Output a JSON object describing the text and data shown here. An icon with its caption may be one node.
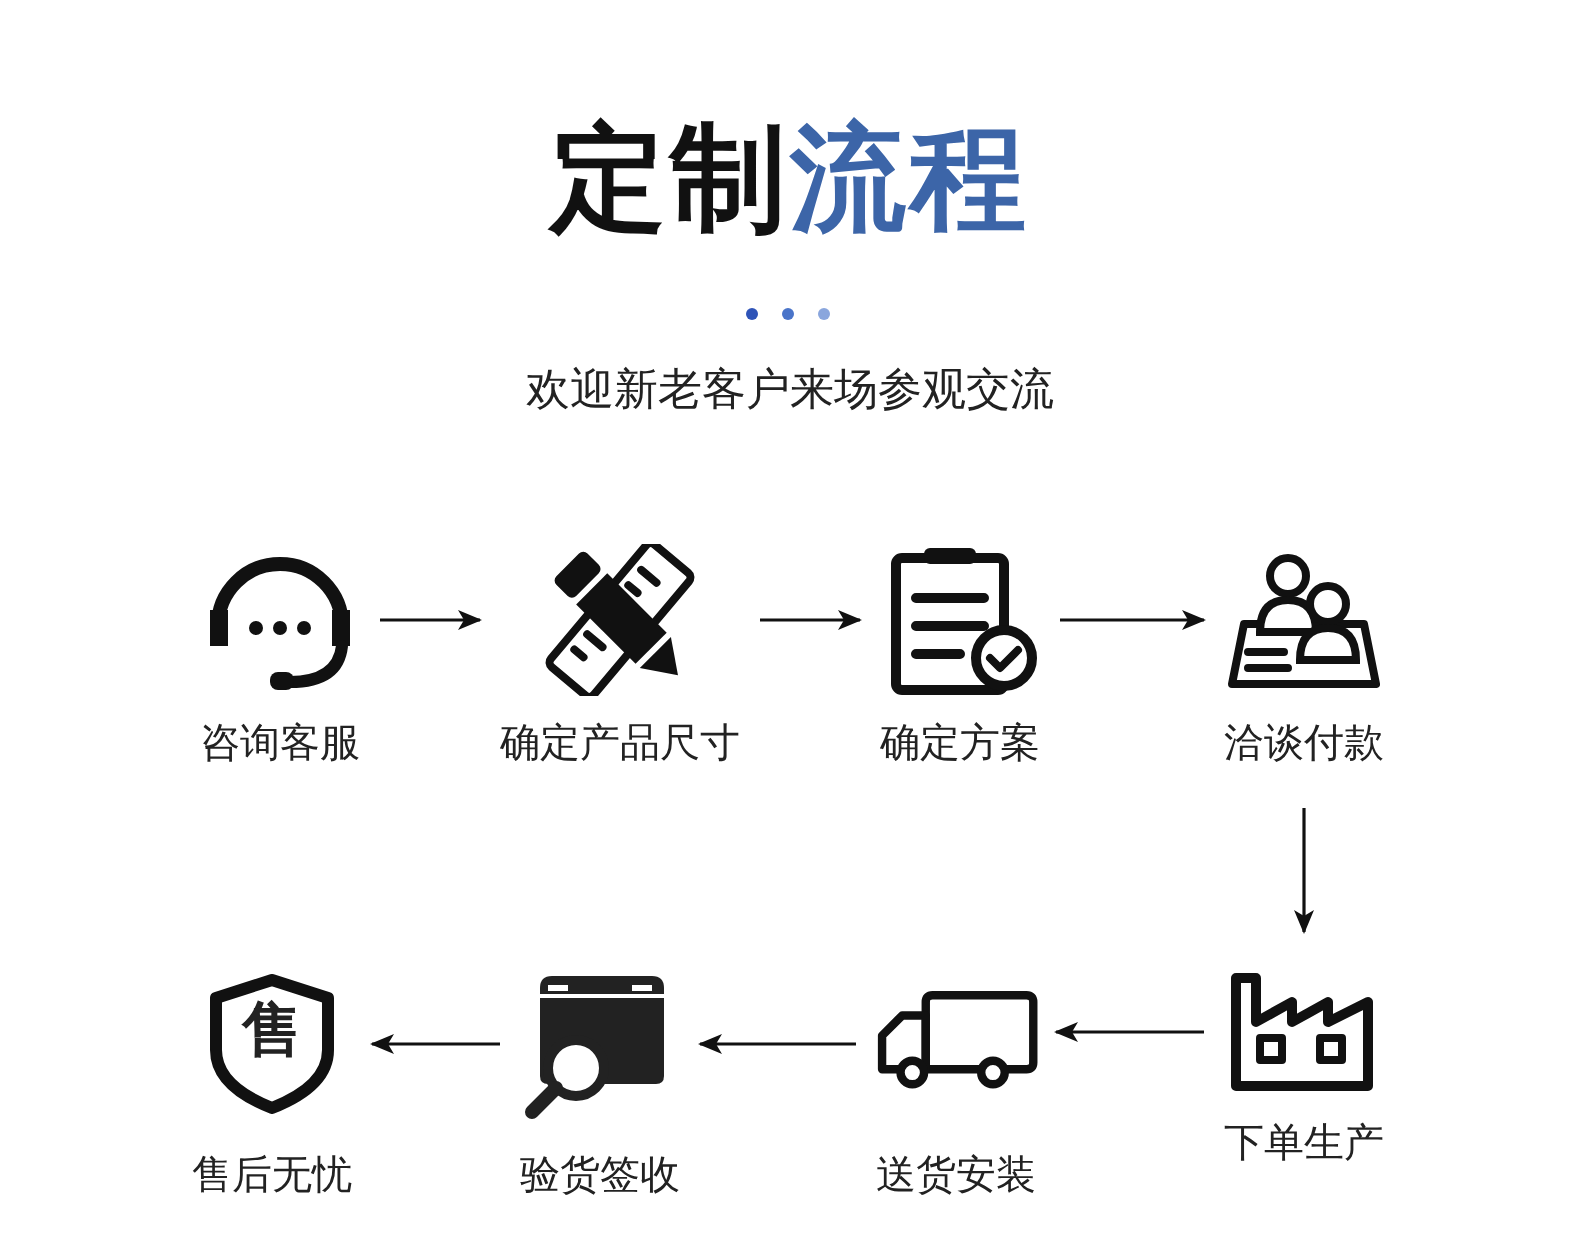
{
  "diagram": {
    "title": "定制流程",
    "nodes": [
      {
        "text": [
          "咨询客服"
        ]
      },
      {
        "text": [
          "确定产品尺寸"
        ]
      },
      {
        "text": [
          "确定方案"
        ]
      },
      {
        "text": [
          "洽谈付款"
        ]
      },
      {
        "text": [
          "下单生产"
        ]
      },
      {
        "text": [
          "送货安装"
        ]
      },
      {
        "text": [
          "验货签收"
        ]
      },
      {
        "text": [
          "售后无忧"
        ]
      }
    ],
    "edges": [
      {
        "from": 0,
        "to": 1,
        "arrow": "to"
      },
      {
        "from": 1,
        "to": 2,
        "arrow": "to"
      },
      {
        "from": 2,
        "to": 3,
        "arrow": "to"
      },
      {
        "from": 3,
        "to": 4,
        "arrow": "to"
      },
      {
        "from": 4,
        "to": 5,
        "arrow": "to"
      },
      {
        "from": 5,
        "to": 6,
        "arrow": "to"
      },
      {
        "from": 6,
        "to": 7,
        "arrow": "to"
      }
    ],
    "labels": [
      "欢迎新老客户来场参观交流",
      "售"
    ]
  }
}
